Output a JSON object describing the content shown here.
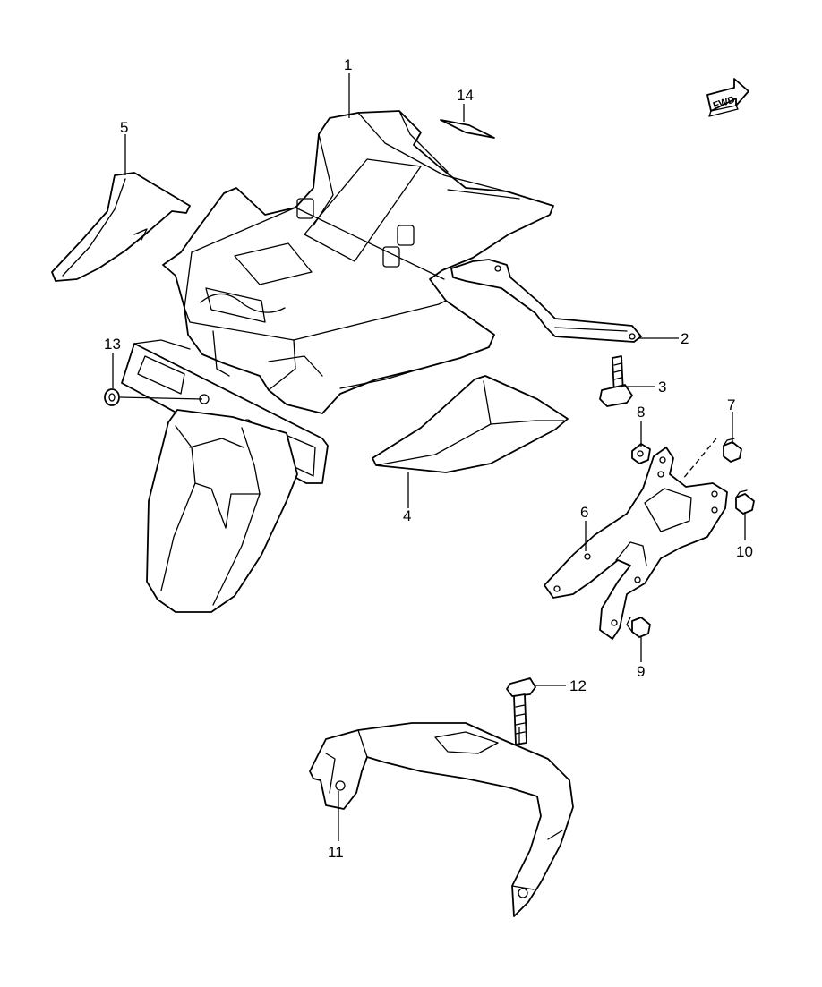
{
  "direction_badge": {
    "label": "FWD"
  },
  "callouts": [
    {
      "id": "1",
      "label": "1"
    },
    {
      "id": "2",
      "label": "2"
    },
    {
      "id": "3",
      "label": "3"
    },
    {
      "id": "4",
      "label": "4"
    },
    {
      "id": "5",
      "label": "5"
    },
    {
      "id": "6",
      "label": "6"
    },
    {
      "id": "7",
      "label": "7"
    },
    {
      "id": "8",
      "label": "8"
    },
    {
      "id": "9",
      "label": "9"
    },
    {
      "id": "10",
      "label": "10"
    },
    {
      "id": "11",
      "label": "11"
    },
    {
      "id": "12",
      "label": "12"
    },
    {
      "id": "13",
      "label": "13"
    },
    {
      "id": "14",
      "label": "14"
    }
  ],
  "colors": {
    "line": "#000000",
    "background": "#ffffff"
  }
}
